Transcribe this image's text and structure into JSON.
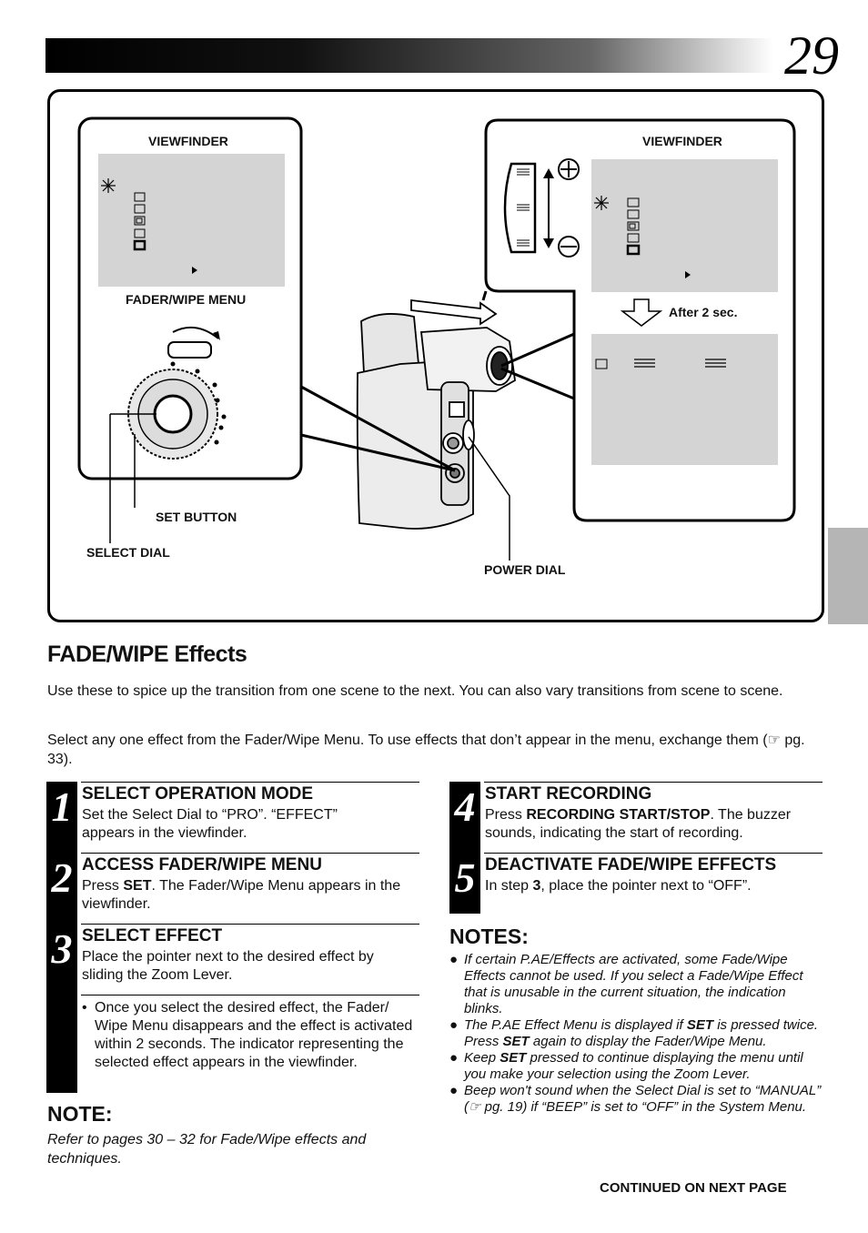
{
  "header": {
    "page_number": "29"
  },
  "figure": {
    "left_panel": {
      "viewfinder_label": "VIEWFINDER",
      "menu_label": "FADER/WIPE MENU"
    },
    "right_panel": {
      "viewfinder_label": "VIEWFINDER",
      "after_label": "After 2 sec."
    },
    "callouts": {
      "set_button": "SET BUTTON",
      "select_dial": "SELECT DIAL",
      "power_dial": "POWER DIAL"
    }
  },
  "section": {
    "title": "FADE/WIPE Effects",
    "intro1": "Use these to spice up the transition from one scene to the next. You can also vary transitions from scene to scene.",
    "intro2": "Select any one effect from the Fader/Wipe Menu. To use effects that don’t appear in the menu, exchange them (☞ pg. 33)."
  },
  "steps": [
    {
      "num": "1",
      "title": "SELECT OPERATION MODE",
      "body": "Set the Select Dial to “PRO”. “EFFECT” appears in the viewfinder."
    },
    {
      "num": "2",
      "title": "ACCESS FADER/WIPE MENU",
      "body_pre": "Press ",
      "body_bold": "SET",
      "body_post": ". The Fader/Wipe Menu appears in the viewfinder."
    },
    {
      "num": "3",
      "title": "SELECT EFFECT",
      "body": "Place the pointer next to the desired effect by sliding the Zoom Lever.",
      "bullet": "Once you select the desired effect, the Fader/ Wipe Menu disappears and the effect is activated within 2 seconds. The indicator representing the selected effect appears in the viewfinder."
    },
    {
      "num": "4",
      "title": "START RECORDING",
      "body_pre": "Press ",
      "body_bold": "RECORDING START/STOP",
      "body_post": ". The buzzer sounds, indicating the start of recording."
    },
    {
      "num": "5",
      "title": "DEACTIVATE FADE/WIPE EFFECTS",
      "body_pre": "In step ",
      "body_bold": "3",
      "body_post": ", place the pointer next to “OFF”."
    }
  ],
  "note": {
    "title": "NOTE:",
    "text": "Refer to pages 30 – 32 for Fade/Wipe effects and techniques."
  },
  "notes": {
    "title": "NOTES:",
    "items": [
      {
        "pre": "If certain P.AE/Effects are activated, some Fade/Wipe Effects cannot be used. If you select a Fade/Wipe Effect that is unusable in the current situation, the indication blinks."
      },
      {
        "pre": "The P.AE Effect Menu is displayed if ",
        "b1": "SET",
        "mid": " is pressed twice. Press ",
        "b2": "SET",
        "post": " again to display the Fader/Wipe Menu."
      },
      {
        "pre": "Keep ",
        "b1": "SET",
        "mid": " pressed to continue displaying the menu until you make your selection using the Zoom Lever."
      },
      {
        "pre": "Beep won't sound when the Select Dial is set to “MANUAL” (☞ pg. 19) if “BEEP” is set to “OFF” in the System Menu."
      }
    ]
  },
  "footer": {
    "continued": "CONTINUED ON NEXT PAGE"
  }
}
